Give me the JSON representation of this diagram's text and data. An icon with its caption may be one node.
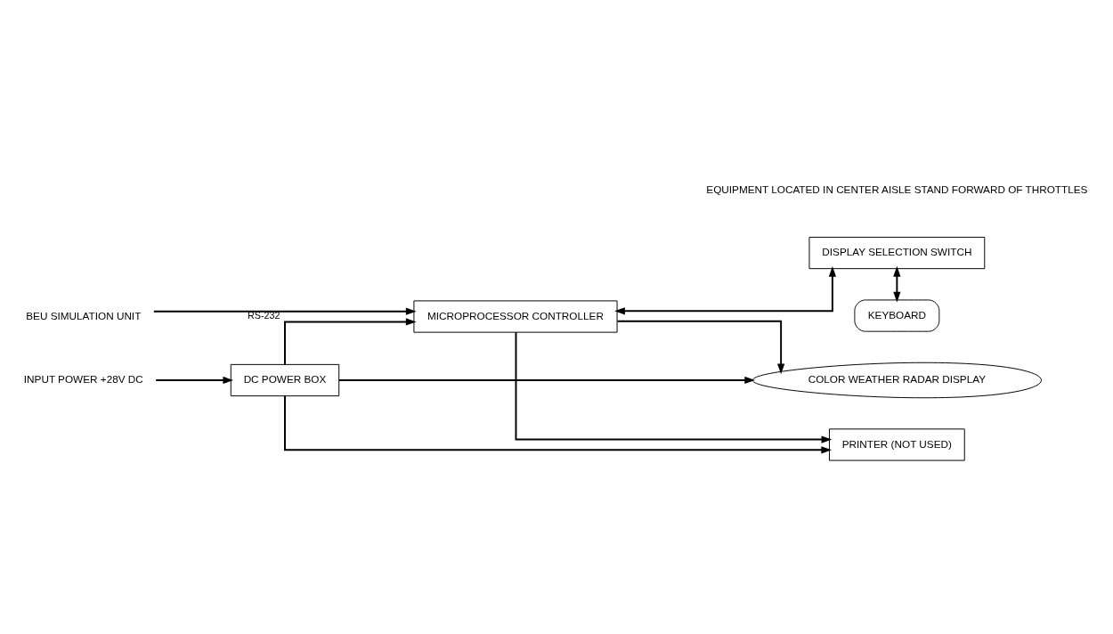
{
  "diagram": {
    "nodes": [
      {
        "text": [
          "INPUT POWER +28V DC"
        ]
      },
      {
        "text": [
          "DC POWER BOX"
        ]
      },
      {
        "text": [
          "MICROPROCESSOR CONTROLLER"
        ]
      },
      {
        "text": [
          "DISPLAY SELECTION SWITCH"
        ]
      },
      {
        "text": [
          "KEYBOARD"
        ]
      },
      {
        "text": [
          "BEU SIMULATION UNIT"
        ]
      },
      {
        "text": [
          "PRINTER (NOT USED)"
        ]
      },
      {
        "text": [
          "COLOR WEATHER RADAR DISPLAY"
        ]
      }
    ],
    "edges": [
      {
        "from": 0,
        "to": 1,
        "arrow": "to"
      },
      {
        "from": 1,
        "to": 2,
        "arrow": "to"
      },
      {
        "from": 2,
        "to": 3,
        "arrow": "both"
      },
      {
        "from": 3,
        "to": 4,
        "arrow": "both"
      },
      {
        "from": 5,
        "to": 2,
        "arrow": "to",
        "label": "RS-232"
      },
      {
        "from": 2,
        "to": 6,
        "arrow": "to"
      },
      {
        "from": 1,
        "to": 6,
        "arrow": "to"
      },
      {
        "from": 2,
        "to": 7,
        "arrow": "to"
      },
      {
        "from": 1,
        "to": 7,
        "arrow": "to"
      }
    ],
    "labels": [
      "EQUIPMENT LOCATED IN CENTER AISLE STAND FORWARD OF THROTTLES"
    ]
  }
}
